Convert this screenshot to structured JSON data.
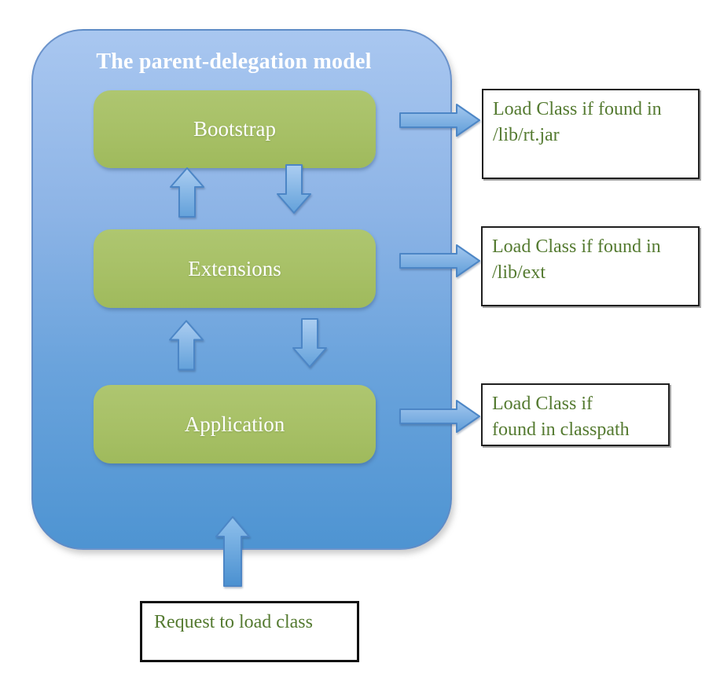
{
  "title": "The parent-delegation model",
  "layers": [
    {
      "label": "Bootstrap",
      "note_lines": [
        "Load Class if found in",
        "/lib/rt.jar"
      ]
    },
    {
      "label": "Extensions",
      "note_lines": [
        "Load Class if found in",
        "/lib/ext"
      ]
    },
    {
      "label": "Application",
      "note_lines": [
        "Load Class if",
        "found in classpath"
      ]
    }
  ],
  "request": {
    "label": "Request to load class"
  },
  "colors": {
    "container_gradient_top": "#a9c7f0",
    "container_gradient_bottom": "#4e94d2",
    "container_border": "#608ac4",
    "layer_box_fill": "#a7c066",
    "layer_box_text": "#ffffff",
    "title_text": "#ffffff",
    "note_text": "#547a30",
    "note_border": "#1f1f1f",
    "arrow_fill_light": "#abcdf1",
    "arrow_fill_dark": "#63a1da",
    "arrow_border": "#4c86c6"
  }
}
